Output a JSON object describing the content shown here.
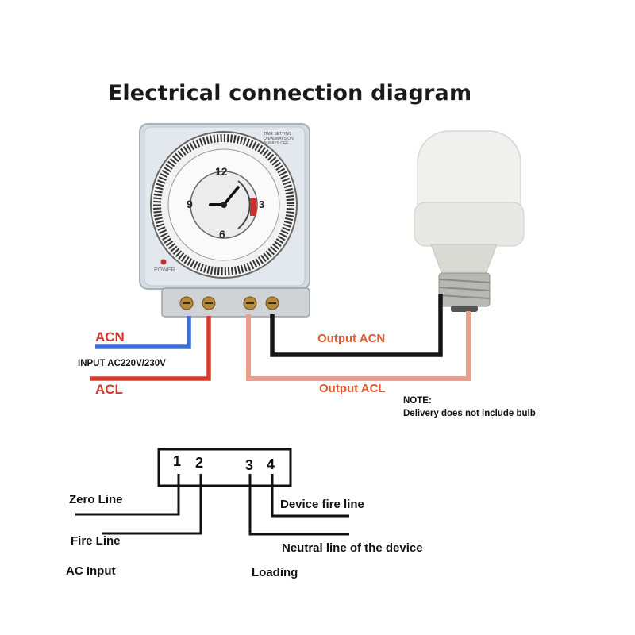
{
  "title": "Electrical connection diagram",
  "device": {
    "power_label": "POWER",
    "dial_numbers": [
      "12",
      "3",
      "6",
      "9"
    ],
    "top_small_text": [
      "TIME SETTING",
      "ON/ALWAYS ON",
      "ALWAYS OFF"
    ]
  },
  "labels": {
    "acn": "ACN",
    "input": "INPUT AC220V/230V",
    "acl": "ACL",
    "output_acn": "Output ACN",
    "output_acl": "Output ACL",
    "note_title": "NOTE:",
    "note_body": "Delivery does not include bulb"
  },
  "terminal_diagram": {
    "terminals": [
      "1",
      "2",
      "3",
      "4"
    ],
    "zero_line": "Zero Line",
    "fire_line": "Fire Line",
    "ac_input": "AC Input",
    "device_fire_line": "Device fire line",
    "neutral_line": "Neutral line of the device",
    "loading": "Loading"
  },
  "colors": {
    "blue_wire": "#3b6fd8",
    "red_wire": "#d83a2c",
    "salmon_wire": "#e8a08a",
    "black_wire": "#151515"
  }
}
